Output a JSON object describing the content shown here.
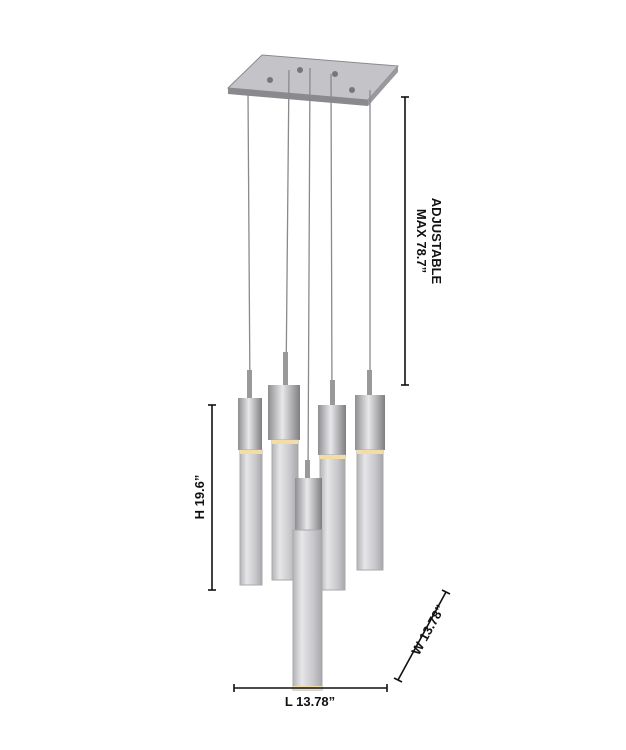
{
  "dimensions": {
    "adjustable_line1": "ADJUSTABLE",
    "adjustable_line2": "MAX 78.7”",
    "height": "H 19.6”",
    "length": "L 13.78”",
    "width": "W 13.78”"
  },
  "colors": {
    "chrome": "#b8b8bc",
    "crystal": "#d4d4d6",
    "glow": "#f2dca8",
    "line": "#111111"
  }
}
